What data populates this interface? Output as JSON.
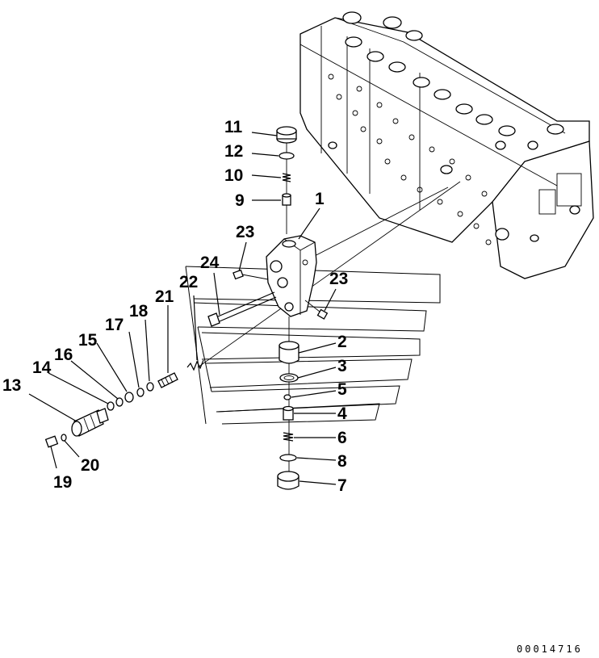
{
  "drawing_code": "00014716",
  "callouts": [
    {
      "id": "c1",
      "label": "1"
    },
    {
      "id": "c2",
      "label": "2"
    },
    {
      "id": "c3",
      "label": "3"
    },
    {
      "id": "c4",
      "label": "4"
    },
    {
      "id": "c5",
      "label": "5"
    },
    {
      "id": "c6",
      "label": "6"
    },
    {
      "id": "c7",
      "label": "7"
    },
    {
      "id": "c8",
      "label": "8"
    },
    {
      "id": "c9",
      "label": "9"
    },
    {
      "id": "c10",
      "label": "10"
    },
    {
      "id": "c11",
      "label": "11"
    },
    {
      "id": "c12",
      "label": "12"
    },
    {
      "id": "c13",
      "label": "13"
    },
    {
      "id": "c14",
      "label": "14"
    },
    {
      "id": "c15",
      "label": "15"
    },
    {
      "id": "c16",
      "label": "16"
    },
    {
      "id": "c17",
      "label": "17"
    },
    {
      "id": "c18",
      "label": "18"
    },
    {
      "id": "c19",
      "label": "19"
    },
    {
      "id": "c20",
      "label": "20"
    },
    {
      "id": "c21",
      "label": "21"
    },
    {
      "id": "c22",
      "label": "22"
    },
    {
      "id": "c23a",
      "label": "23"
    },
    {
      "id": "c23b",
      "label": "23"
    },
    {
      "id": "c24",
      "label": "24"
    }
  ]
}
